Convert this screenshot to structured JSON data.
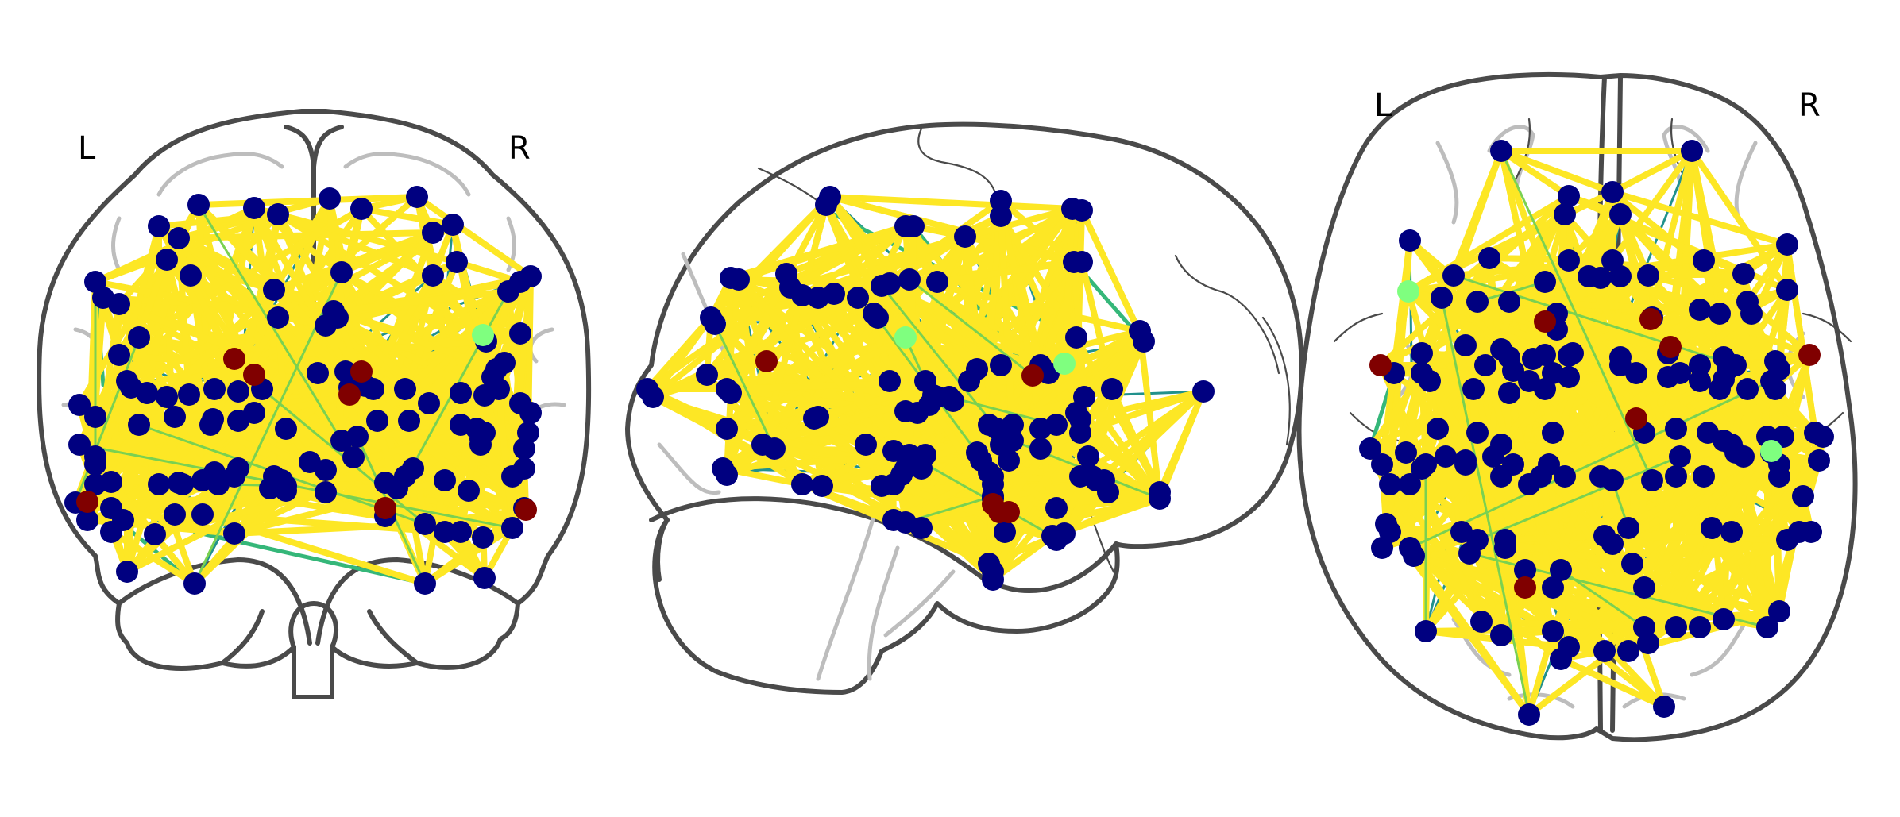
{
  "labels": {
    "left": "L",
    "right": "R"
  },
  "colors": {
    "edge_strong": "#fde725",
    "edge_mid": "#35b779",
    "edge_weak": "#21918c",
    "edge_light": "#7ad151",
    "node_default": "#000080",
    "node_accent_red": "#800000",
    "node_accent_green": "#7fff7f"
  },
  "legend": {
    "node_categories": [
      "navy",
      "dark-red",
      "light-green"
    ]
  }
}
